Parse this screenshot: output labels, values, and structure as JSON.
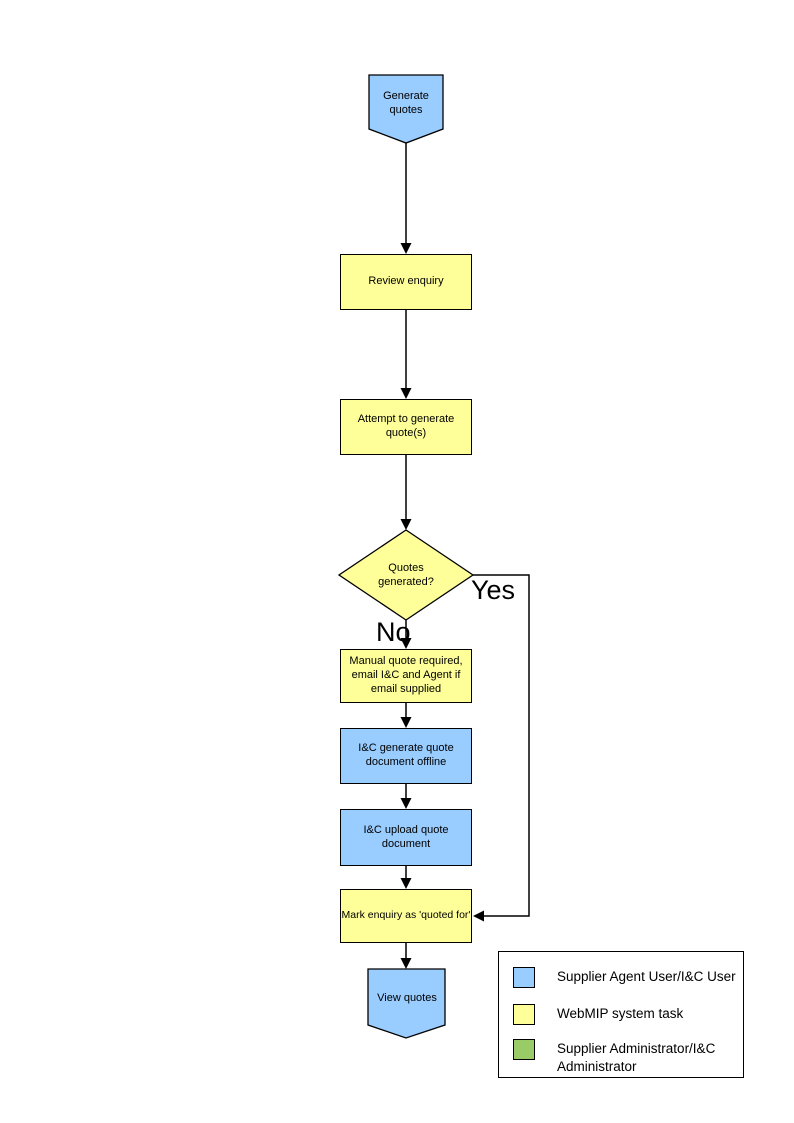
{
  "flowchart": {
    "nodes": {
      "start": {
        "label": "Generate quotes",
        "type": "terminator",
        "fill": "#99CCFF"
      },
      "review": {
        "label": "Review enquiry",
        "type": "process",
        "fill": "#FFFF99"
      },
      "attempt": {
        "label": "Attempt to generate quote(s)",
        "type": "process",
        "fill": "#FFFF99"
      },
      "decision": {
        "label": "Quotes generated?",
        "type": "decision",
        "fill": "#FFFF99"
      },
      "manual": {
        "label": "Manual quote required, email I&C and Agent if email supplied",
        "type": "process",
        "fill": "#FFFF99"
      },
      "ic_generate": {
        "label": "I&C generate quote document offline",
        "type": "process",
        "fill": "#99CCFF"
      },
      "ic_upload": {
        "label": "I&C upload quote document",
        "type": "process",
        "fill": "#99CCFF"
      },
      "mark": {
        "label": "Mark enquiry as 'quoted for'",
        "type": "process",
        "fill": "#FFFF99"
      },
      "end": {
        "label": "View quotes",
        "type": "terminator",
        "fill": "#99CCFF"
      }
    },
    "branch_labels": {
      "yes": "Yes",
      "no": "No"
    }
  },
  "legend": {
    "items": [
      {
        "label": "Supplier Agent User/I&C User",
        "color": "#99CCFF"
      },
      {
        "label": "WebMIP system task",
        "color": "#FFFF99"
      },
      {
        "label": "Supplier Administrator/I&C Administrator",
        "color": "#99CC66"
      }
    ]
  },
  "colors": {
    "task_blue": "#99CCFF",
    "task_yellow": "#FFFF99",
    "task_green": "#99CC66",
    "line": "#000000",
    "background": "#FFFFFF"
  }
}
